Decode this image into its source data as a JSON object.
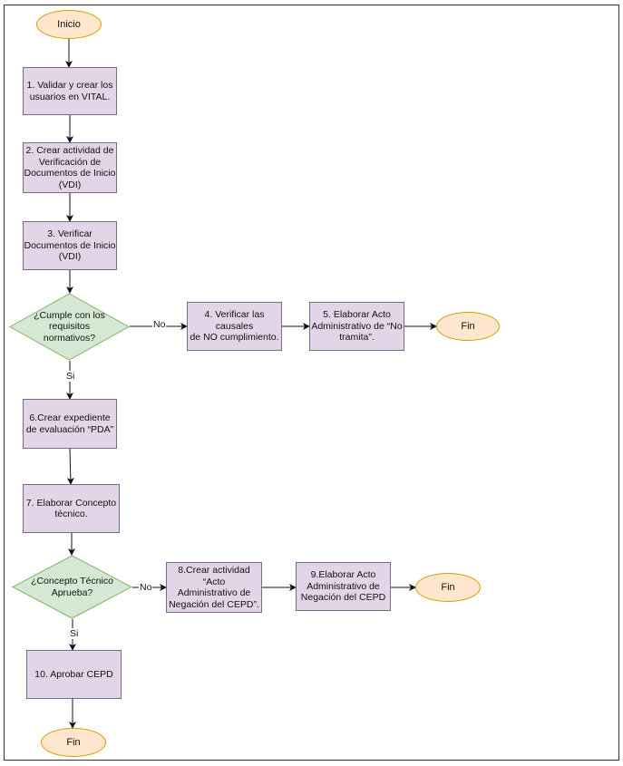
{
  "colors": {
    "process_fill": "#e1d5e7",
    "process_stroke": "#7b6a87",
    "terminal_fill": "#ffe6cc",
    "terminal_stroke": "#d79b00",
    "decision_fill": "#d5e8d4",
    "decision_stroke": "#82b366",
    "edge": "#111111"
  },
  "nodes": {
    "inicio": "Inicio",
    "step1": "1. Validar y crear los\nusuarios en VITAL.",
    "step2": "2. Crear actividad de\nVerificación de\nDocumentos de Inicio\n(VDI)",
    "step3": "3. Verificar\nDocumentos de Inicio\n(VDI)",
    "decision1": "¿Cumple con los requisitos\nnormativos?",
    "step4": "4. Verificar las\ncausales\nde NO cumplimiento.",
    "step5": "5. Elaborar Acto\nAdministrativo de “No\ntramita”.",
    "fin1": "Fin",
    "step6": "6.Crear expediente\nde evaluación “PDA”",
    "step7": "7. Elaborar Concepto\ntécnico.",
    "decision2": "¿Concepto Técnico\nAprueba?",
    "step8": "8.Crear actividad\n“Acto\nAdministrativo de\nNegación del CEPD”.",
    "step9": "9.Elaborar Acto\nAdministrativo de\nNegación del CEPD",
    "fin2": "Fin",
    "step10": "10. Aprobar CEPD",
    "fin3": "Fin"
  },
  "edge_labels": {
    "no1": "No",
    "si1": "Si",
    "no2": "No",
    "si2": "Si"
  }
}
